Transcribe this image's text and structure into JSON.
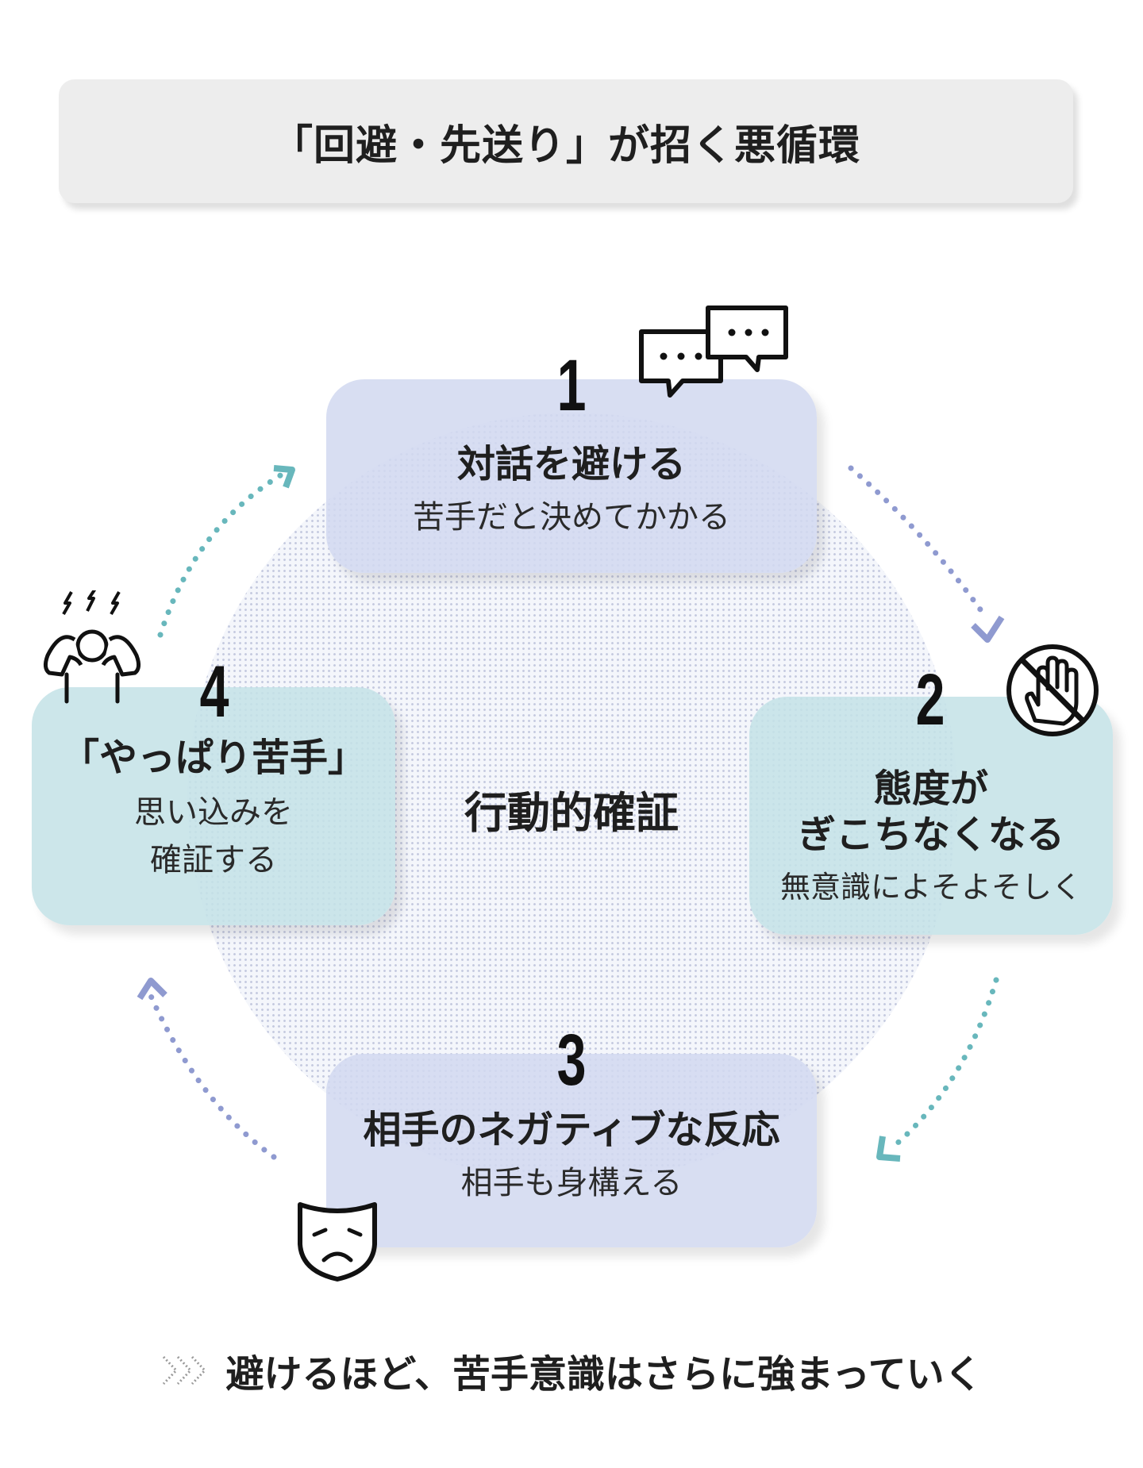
{
  "title": "「回避・先送り」が招く悪循環",
  "center_label": "行動的確証",
  "steps": [
    {
      "number": "1",
      "title": "対話を避ける",
      "subtitle": "苦手だと決めてかかる",
      "icon": "speech-bubbles-icon"
    },
    {
      "number": "2",
      "title": "態度が\nぎこちなくなる",
      "subtitle": "無意識によそよそしく",
      "icon": "no-hand-icon"
    },
    {
      "number": "3",
      "title": "相手のネガティブな反応",
      "subtitle": "相手も身構える",
      "icon": "sad-mask-icon"
    },
    {
      "number": "4",
      "title": "「やっぱり苦手」",
      "subtitle": "思い込みを\n確証する",
      "icon": "stressed-person-icon"
    }
  ],
  "footer": "避けるほど、苦手意識はさらに強まっていく",
  "footer_icon": "triple-chevron-icon",
  "colors": {
    "blue_card": "#d2d9f0",
    "teal_card": "#c4e2e6",
    "blue_arrow": "#8f9ad0",
    "teal_arrow": "#68b7bc",
    "title_bg": "#ededed"
  }
}
